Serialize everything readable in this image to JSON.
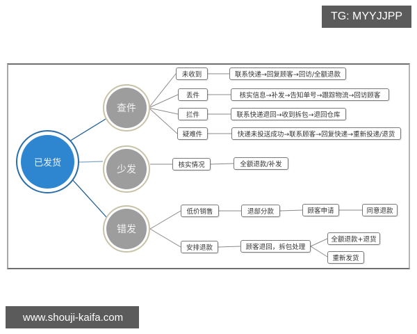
{
  "watermarks": {
    "top_right": "TG: MYYJJPP",
    "bottom_left": "www.shouji-kaifa.com"
  },
  "colors": {
    "root_fill": "#2d86cf",
    "branch_fill": "#9d9d9d",
    "badge_bg": "#5b5b5b",
    "root_edge": "#1f5d93",
    "leaf_edge": "#8a8a8a"
  },
  "diagram": {
    "root": {
      "label": "已发货"
    },
    "branches": [
      {
        "label": "查件",
        "children": [
          {
            "label": "未收到",
            "detail": "联系快递→回复顾客→回访/全额退款"
          },
          {
            "label": "丢件",
            "detail": "核实信息→补发→告知单号→跟踪物流→回访顾客"
          },
          {
            "label": "拦件",
            "detail": "联系快递退回→收到拆包→退回仓库"
          },
          {
            "label": "疑难件",
            "detail": "快递未投送成功→联系顾客→回复快递→重新投递/退货"
          }
        ]
      },
      {
        "label": "少发",
        "children": [
          {
            "label": "核实情况",
            "detail": "全额退款/补发"
          }
        ]
      },
      {
        "label": "错发",
        "children": [
          {
            "label": "低价销售",
            "steps": [
              "退部分款",
              "顾客申请",
              "同意退款"
            ]
          },
          {
            "label": "安排退款",
            "step": "顾客退回，拆包处理",
            "outcomes": [
              "全额退款+退货",
              "重新发货"
            ]
          }
        ]
      }
    ]
  }
}
